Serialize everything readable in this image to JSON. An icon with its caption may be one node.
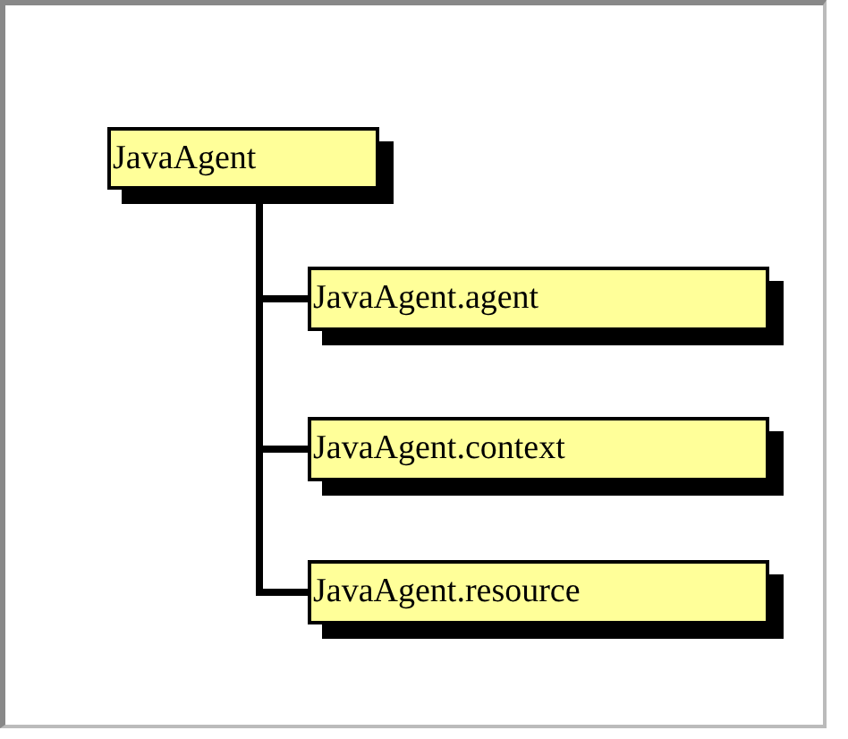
{
  "diagram": {
    "nodes": [
      {
        "text": [
          "JavaAgent"
        ]
      },
      {
        "text": [
          "JavaAgent.agent"
        ]
      },
      {
        "text": [
          "JavaAgent.context"
        ]
      },
      {
        "text": [
          "JavaAgent.resource"
        ]
      }
    ],
    "edges": [
      {
        "from": 0,
        "to": 1,
        "arrow": "none"
      },
      {
        "from": 0,
        "to": 2,
        "arrow": "none"
      },
      {
        "from": 0,
        "to": 3,
        "arrow": "none"
      }
    ]
  }
}
